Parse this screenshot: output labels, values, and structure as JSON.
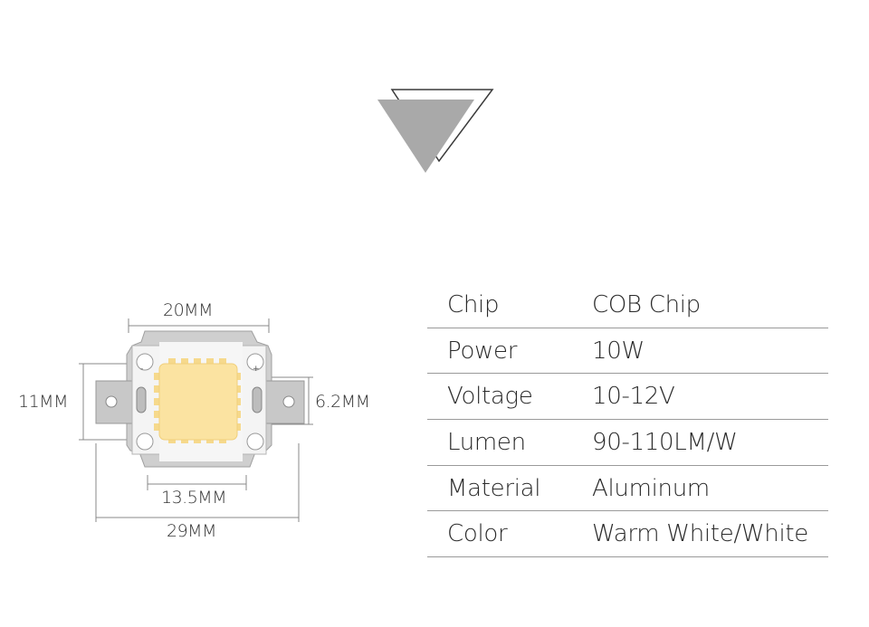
{
  "dimensions": {
    "width_top": "20MM",
    "height_left": "11MM",
    "pad_right": "6.2MM",
    "inner_bottom": "13.5MM",
    "width_bottom": "29MM"
  },
  "specs": [
    {
      "label": "Chip",
      "value": "COB Chip"
    },
    {
      "label": "Power",
      "value": "10W"
    },
    {
      "label": "Voltage",
      "value": "10-12V"
    },
    {
      "label": "Lumen",
      "value": "90-110LM/W"
    },
    {
      "label": "Material",
      "value": "Aluminum"
    },
    {
      "label": "Color",
      "value": "Warm White/White"
    }
  ],
  "colors": {
    "triangle_fill": "#a9a9a9",
    "chip_yellow": "#fbe3a1",
    "board": "#f3f3f3",
    "aluminum": "#c9c9c9"
  }
}
